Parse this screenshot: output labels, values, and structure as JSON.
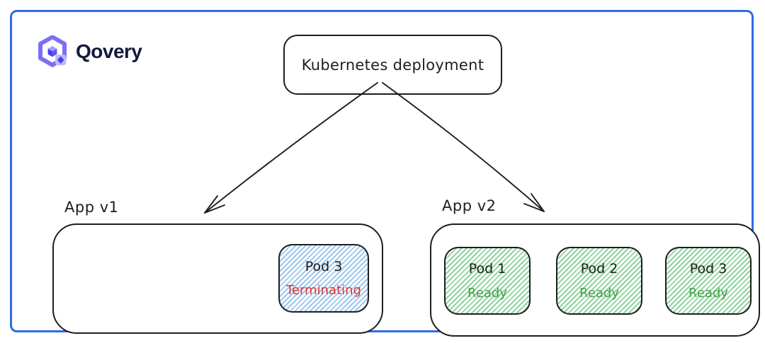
{
  "brand": {
    "name": "Qovery"
  },
  "colors": {
    "frame_blue": "#2e6be5",
    "ink": "#1e1e1e",
    "brand_navy": "#121a3d",
    "brand_purple": "#7b6ff7",
    "brand_purple_dark": "#4b3df2",
    "brand_purple_light": "#beb8fb",
    "terminating_red": "#e03131",
    "ready_green": "#43a047",
    "blue_hatch": "#9cc7ee",
    "green_hatch": "#8fd3a0"
  },
  "diagram": {
    "root_node": {
      "label": "Kubernetes deployment"
    },
    "edges": [
      {
        "from": "Kubernetes deployment",
        "to": "App v1"
      },
      {
        "from": "Kubernetes deployment",
        "to": "App v2"
      }
    ],
    "app_v1": {
      "label": "App v1",
      "pods": [
        {
          "name": "Pod 3",
          "status": "Terminating"
        }
      ]
    },
    "app_v2": {
      "label": "App v2",
      "pods": [
        {
          "name": "Pod 1",
          "status": "Ready"
        },
        {
          "name": "Pod 2",
          "status": "Ready"
        },
        {
          "name": "Pod 3",
          "status": "Ready"
        }
      ]
    }
  }
}
